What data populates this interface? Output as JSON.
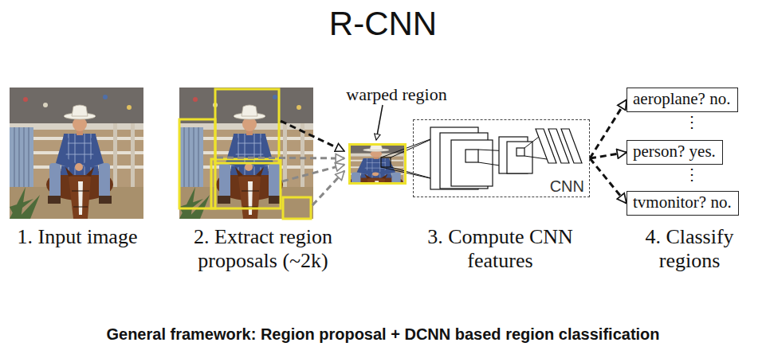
{
  "diagram": {
    "title": "R-CNN",
    "caption": "General framework: Region proposal + DCNN based region classification",
    "nodes": [
      {
        "text": [
          "warped region"
        ]
      },
      {
        "text": [
          "CNN"
        ]
      },
      {
        "text": [
          "aeroplane? no."
        ]
      },
      {
        "text": [
          "person? yes."
        ]
      },
      {
        "text": [
          "tvmonitor? no."
        ]
      }
    ],
    "edges": [
      {
        "from": 1,
        "to": 2,
        "arrow": "to"
      },
      {
        "from": 1,
        "to": 3,
        "arrow": "to"
      },
      {
        "from": 1,
        "to": 4,
        "arrow": "to"
      }
    ],
    "labels": [
      "1. Input image",
      "2. Extract region proposals (~2k)",
      "3. Compute CNN features",
      "4. Classify regions",
      "⋮",
      "⋮"
    ]
  }
}
